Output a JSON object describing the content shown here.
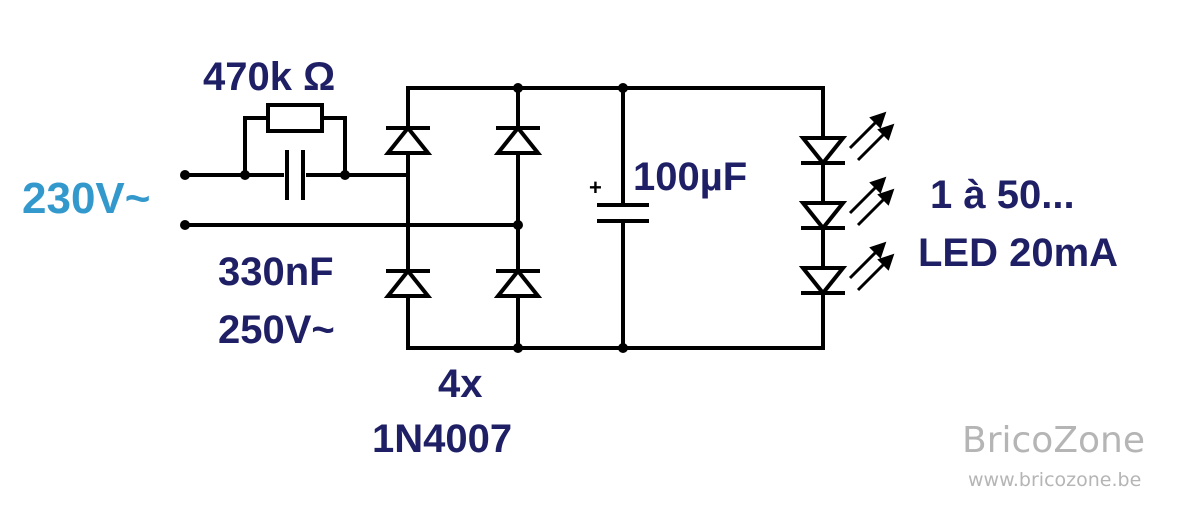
{
  "labels": {
    "source_voltage": "230V~",
    "resistor_value": "470k Ω",
    "capacitor_value": "330nF",
    "capacitor_voltage": "250V~",
    "diode_count": "4x",
    "diode_part": "1N4007",
    "filter_cap_value": "100µF",
    "filter_cap_polarity": "+",
    "led_count": "1 à 50...",
    "led_current": "LED 20mA"
  },
  "watermark": {
    "brand": "BricoZone",
    "url": "www.bricozone.be"
  },
  "colors": {
    "wire": "#000000",
    "label": "#1f1f66",
    "source_label": "#3399cc",
    "watermark": "#b5b5b5"
  }
}
